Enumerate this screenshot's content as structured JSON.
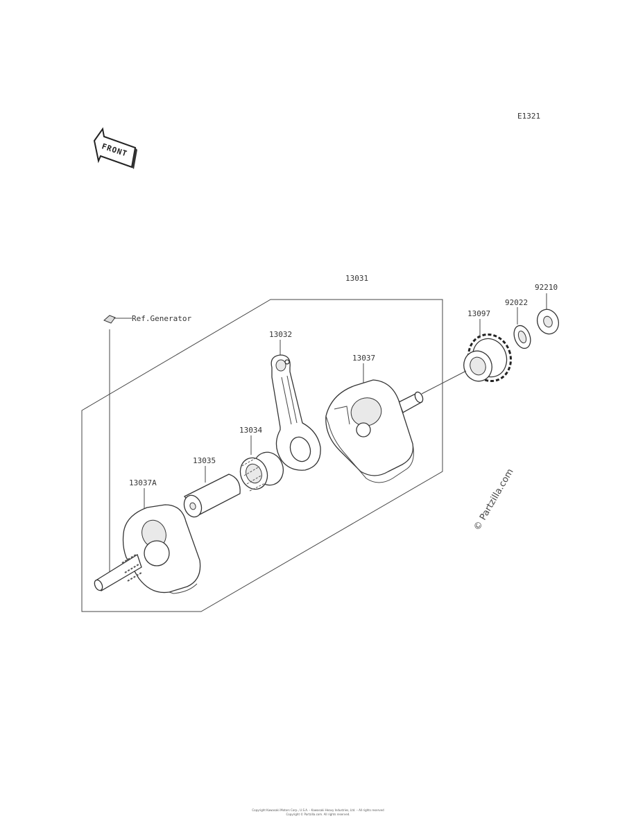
{
  "diagram": {
    "code": "E1321",
    "front_label": "FRONT",
    "ref_label": "Ref.Generator",
    "watermark": "© Partzilla.com",
    "callouts": {
      "assembly": "13031",
      "con_rod": "13032",
      "crank_right": "13037",
      "gear": "13097",
      "washer": "92022",
      "collar": "92210",
      "needle_bearing": "13034",
      "crank_pin": "13035",
      "crank_left": "13037A"
    }
  },
  "footer": {
    "line1": "Copyright Kawasaki Motors Corp., U.S.A. – Kawasaki Heavy Industries, Ltd. – All rights reserved",
    "line2": "Copyright © Partzilla.com. All rights reserved."
  }
}
